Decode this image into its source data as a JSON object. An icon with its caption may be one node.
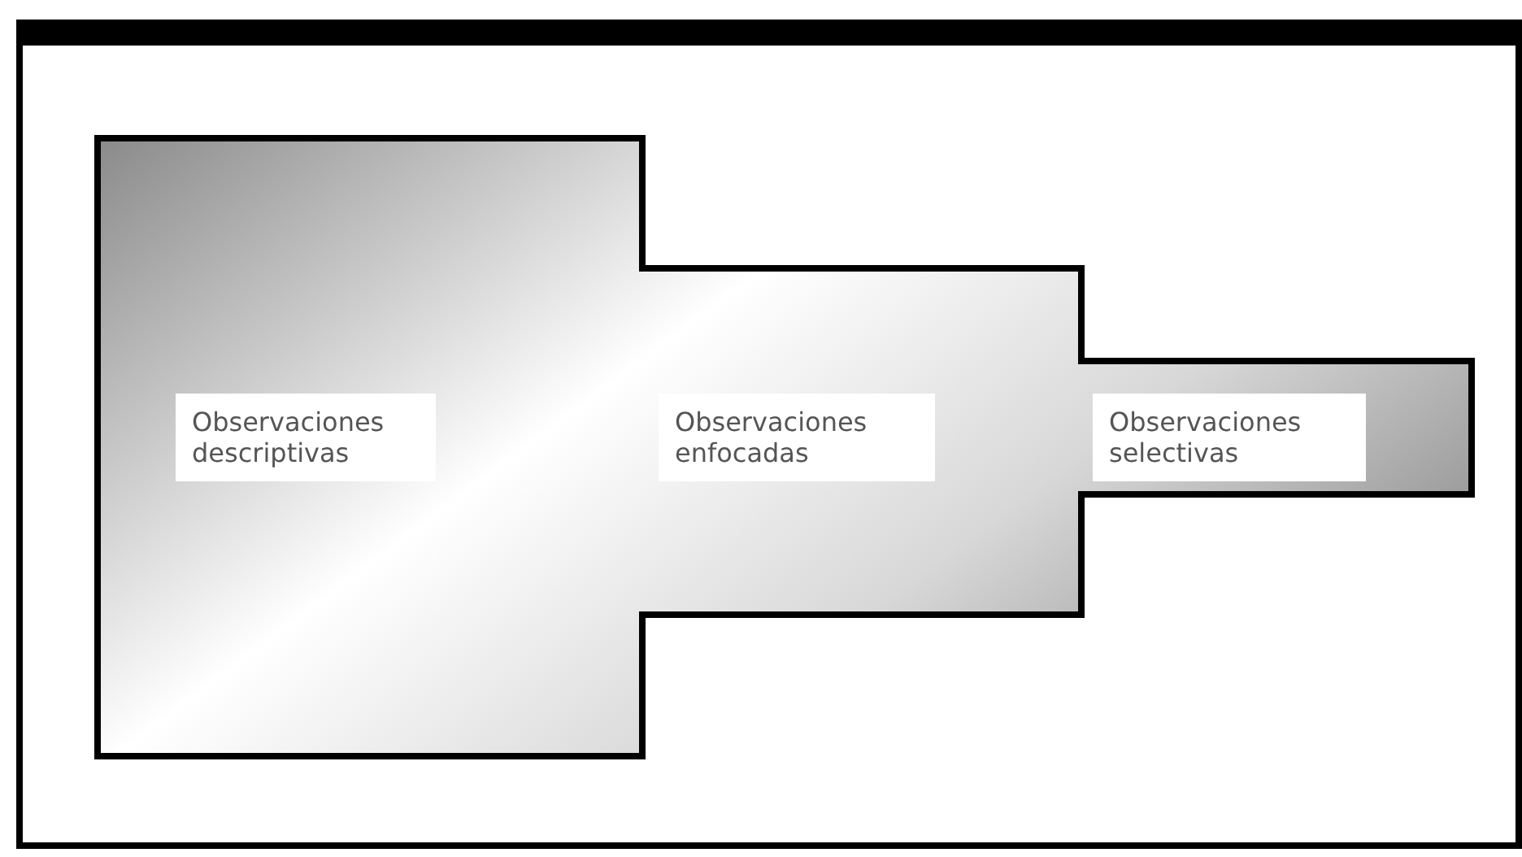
{
  "diagram": {
    "nodes": [
      {
        "text": [
          "Observaciones descriptivas"
        ]
      },
      {
        "text": [
          "Observaciones enfocadas"
        ]
      },
      {
        "text": [
          "Observaciones selectivas"
        ]
      }
    ]
  }
}
